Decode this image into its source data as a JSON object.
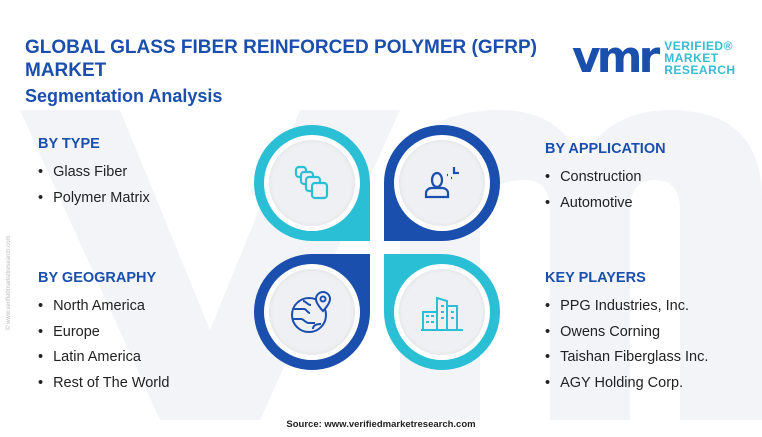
{
  "header": {
    "title": "GLOBAL GLASS FIBER REINFORCED POLYMER (GFRP) MARKET",
    "subtitle": "Segmentation Analysis"
  },
  "logo": {
    "mark": "vmr",
    "line1": "VERIFIED®",
    "line2": "MARKET",
    "line3": "RESEARCH"
  },
  "side_watermark": "© www.verifiedmarketresearch.com",
  "sections": {
    "type": {
      "heading": "BY TYPE",
      "items": [
        "Glass Fiber",
        "Polymer Matrix"
      ]
    },
    "application": {
      "heading": "BY APPLICATION",
      "items": [
        "Construction",
        "Automotive"
      ]
    },
    "geography": {
      "heading": "BY GEOGRAPHY",
      "items": [
        "North America",
        "Europe",
        "Latin America",
        "Rest of The World"
      ]
    },
    "players": {
      "heading": "KEY PLAYERS",
      "items": [
        "PPG Industries, Inc.",
        "Owens Corning",
        "Taishan Fiberglass Inc.",
        "AGY Holding Corp."
      ]
    }
  },
  "icons": [
    "layers-icon",
    "user-icon",
    "globe-location-icon",
    "buildings-icon"
  ],
  "colors": {
    "navy": "#1a4fae",
    "cyan": "#2bbfd6"
  },
  "source": "Source: www.verifiedmarketresearch.com"
}
